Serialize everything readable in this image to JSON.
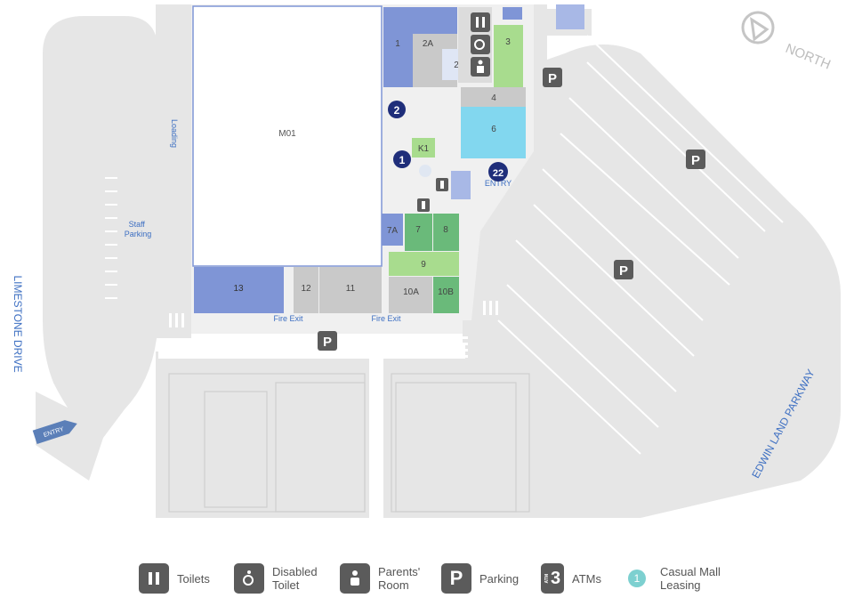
{
  "roads": {
    "limestone": "LIMESTONE DRIVE",
    "edwin": "EDWIN LAND PARKWAY",
    "entry": "ENTRY"
  },
  "compass": {
    "label": "NORTH"
  },
  "labels": {
    "loading": "Loading",
    "staff_parking": "Staff\nParking",
    "fire_exit_1": "Fire Exit",
    "fire_exit_2": "Fire Exit",
    "entry_mall": "ENTRY"
  },
  "shops": {
    "m01": "M01",
    "s1": "1",
    "s2a": "2A",
    "s2": "2",
    "s3": "3",
    "s4": "4",
    "s6": "6",
    "k1": "K1",
    "s7a": "7A",
    "s7": "7",
    "s8": "8",
    "s9": "9",
    "s10a": "10A",
    "s10b": "10B",
    "s11": "11",
    "s12": "12",
    "s13": "13"
  },
  "markers": {
    "m1": "1",
    "m2": "2",
    "m22": "22"
  },
  "parking": {
    "p": "P"
  },
  "legend": {
    "toilets": "Toilets",
    "disabled": "Disabled\nToilet",
    "parents": "Parents'\nRoom",
    "parking": "Parking",
    "atms": "ATMs",
    "atm_glyph": "3",
    "atm_side": "ATM",
    "casual": "Casual Mall\nLeasing",
    "casual_glyph": "1"
  },
  "colors": {
    "ground": "#e6e6e6",
    "floor": "#f0f0f0",
    "blue_shop": "#7f95d6",
    "green_shop": "#a8dc8e",
    "dark_green": "#6aba7a",
    "grey_shop": "#c9c9c9",
    "cyan_shop": "#82d7ef",
    "marker": "#1f2e7a",
    "road_text": "#3d6fc2",
    "icon_grey": "#5b5b5b",
    "teal": "#7dd0d0"
  }
}
